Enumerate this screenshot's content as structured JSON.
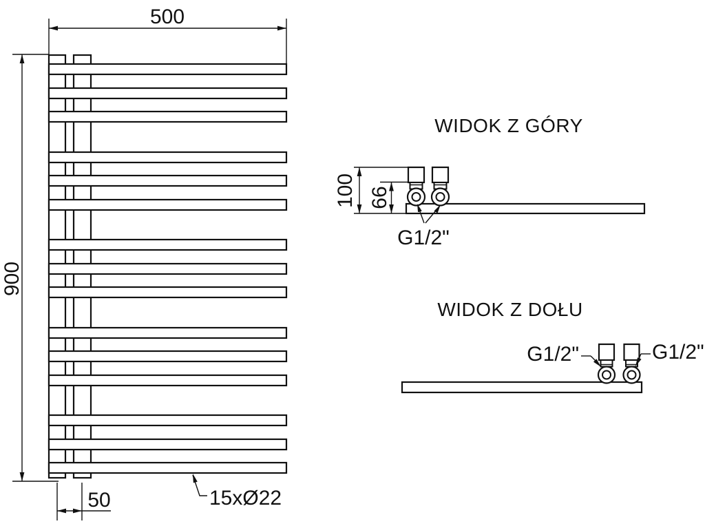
{
  "front_view": {
    "width_dimension": "500",
    "height_dimension": "900",
    "tube_spacing_dimension": "50",
    "tube_spec_label": "15xØ22",
    "rail_count": 15,
    "rail_groups": 5,
    "rails_per_group": 3
  },
  "top_view": {
    "title": "WIDOK Z GÓRY",
    "overall_depth_dimension": "100",
    "connection_depth_dimension": "66",
    "thread_label": "G1/2\""
  },
  "bottom_view": {
    "title": "WIDOK Z DOŁU",
    "left_thread_label": "G1/2\"",
    "right_thread_label": "G1/2\""
  },
  "colors": {
    "line": "#111111",
    "background": "#ffffff"
  }
}
